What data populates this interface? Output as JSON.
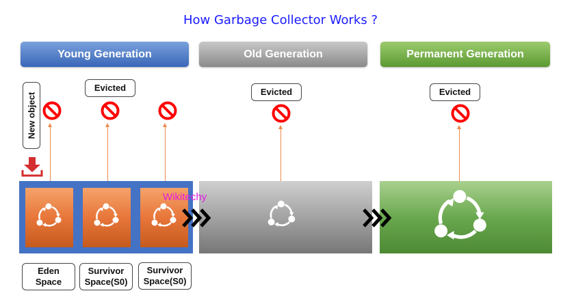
{
  "title": "How Garbage Collector Works ?",
  "generations": {
    "young": "Young Generation",
    "old": "Old Generation",
    "permanent": "Permanent  Generation"
  },
  "labels": {
    "evicted": "Evicted",
    "new_object": "New object"
  },
  "young_spaces": [
    {
      "label_line1": "Eden",
      "label_line2": "Space"
    },
    {
      "label_line1": "Survivor",
      "label_line2": "Space(S0)"
    },
    {
      "label_line1": "Survivor",
      "label_line2": "Space(S0)"
    }
  ],
  "watermark": "Wikitechy",
  "colors": {
    "title": "#1a1aff",
    "young": "#4472c4",
    "old": "#a0a0a0",
    "permanent": "#6aa84f",
    "cell": "#e8763a",
    "evict_arrow": "#f08a4b",
    "no_sign": "#ff0000",
    "download": "#d32f2f"
  },
  "icons": {
    "no_sign": "no-entry-icon",
    "cycle": "recycle-cycle-icon",
    "chevrons": "chevron-right-triple-icon",
    "download": "download-icon"
  }
}
